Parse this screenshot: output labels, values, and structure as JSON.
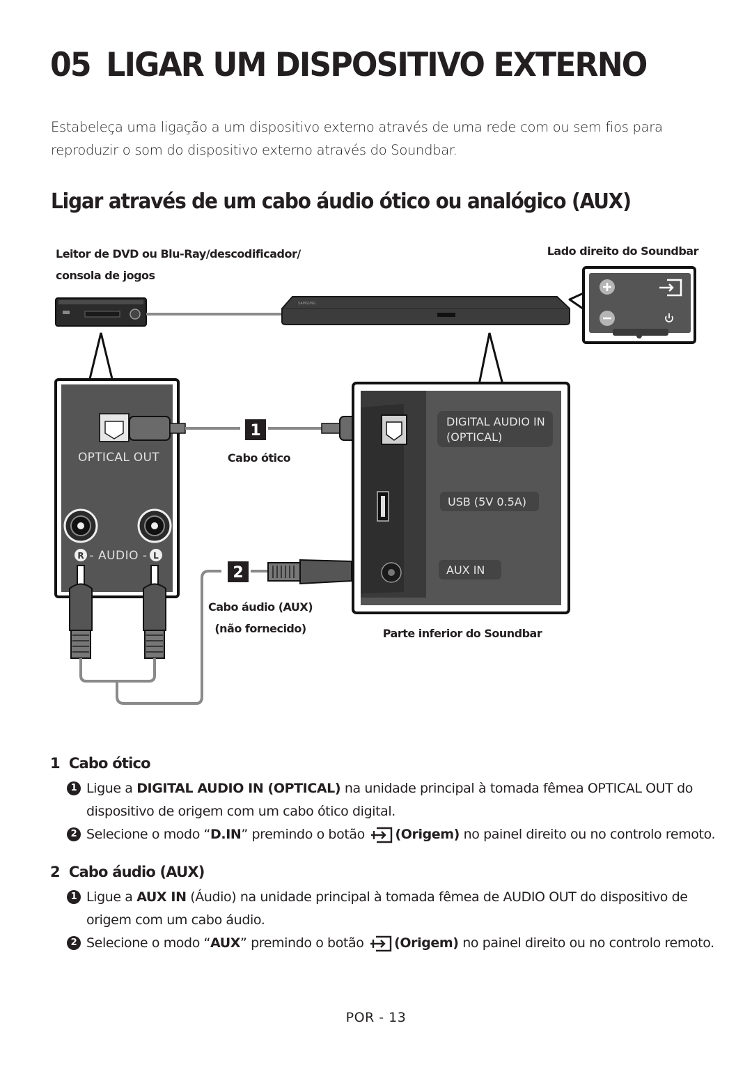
{
  "header": {
    "number": "05",
    "title": "LIGAR UM DISPOSITIVO EXTERNO"
  },
  "intro": "Estabeleça uma ligação a um dispositivo externo através de uma rede com ou sem fios para reproduzir o som do dispositivo externo através do Soundbar.",
  "subtitle": "Ligar através de um cabo áudio ótico ou analógico (AUX)",
  "diagram": {
    "source_label_line1": "Leitor de DVD ou Blu-Ray/descodificador/",
    "source_label_line2": "consola de jogos",
    "right_side_label": "Lado direito do Soundbar",
    "optical_out": "OPTICAL OUT",
    "audio_r": "R",
    "audio_mid": "- AUDIO -",
    "audio_l": "L",
    "cable1_num": "1",
    "cable1_label": "Cabo ótico",
    "cable2_num": "2",
    "cable2_label_line1": "Cabo áudio (AUX)",
    "cable2_label_line2": "(não fornecido)",
    "port_digital_line1": "DIGITAL AUDIO IN",
    "port_digital_line2": "(OPTICAL)",
    "port_usb": "USB (5V 0.5A)",
    "port_aux": "AUX IN",
    "bottom_label": "Parte inferior do Soundbar"
  },
  "sections": [
    {
      "num": "1",
      "title": "Cabo ótico",
      "steps": [
        {
          "marker": "1",
          "pre": "Ligue a ",
          "bold": "DIGITAL AUDIO IN (OPTICAL)",
          "post": " na unidade principal à tomada fêmea OPTICAL OUT do dispositivo de origem com um cabo ótico digital."
        },
        {
          "marker": "2",
          "pre": "Selecione o modo “",
          "mode": "D.IN",
          "mid": "” premindo o botão ",
          "button": "(Origem)",
          "post": " no painel direito ou no controlo remoto."
        }
      ]
    },
    {
      "num": "2",
      "title": "Cabo áudio (AUX)",
      "steps": [
        {
          "marker": "1",
          "pre": "Ligue a ",
          "bold": "AUX IN",
          "post": " (Áudio) na unidade principal à tomada fêmea de AUDIO OUT do dispositivo de origem com um cabo áudio."
        },
        {
          "marker": "2",
          "pre": "Selecione o modo “",
          "mode": "AUX",
          "mid": "” premindo o botão ",
          "button": "(Origem)",
          "post": " no painel direito ou no controlo remoto."
        }
      ]
    }
  ],
  "footer": "POR - 13",
  "icons": [
    "plus-icon",
    "minus-icon",
    "source-icon",
    "power-icon",
    "optical-port-icon",
    "rca-jack-icon",
    "usb-port-icon",
    "aux-jack-icon"
  ],
  "colors": {
    "text": "#231f20",
    "panel": "#555555",
    "panel_dark": "#3a3a3a",
    "pill": "#707070"
  }
}
